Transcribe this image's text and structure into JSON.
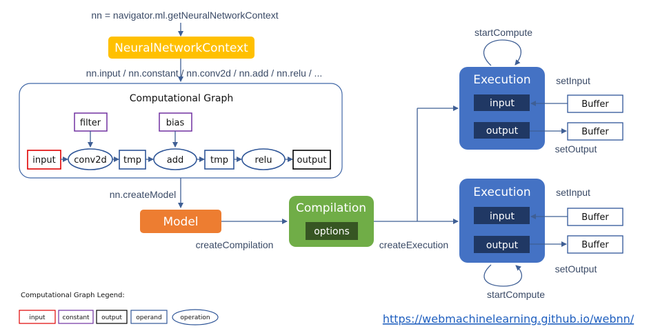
{
  "header": {
    "context_call": "nn = navigator.ml.getNeuralNetworkContext",
    "context_box": "NeuralNetworkContext",
    "ops_call": "nn.input / nn.constant / nn.conv2d / nn.add / nn.relu / ..."
  },
  "graph": {
    "title": "Computational Graph",
    "nodes": {
      "filter": "filter",
      "bias": "bias",
      "input": "input",
      "conv2d": "conv2d",
      "tmp1": "tmp",
      "add": "add",
      "tmp2": "tmp",
      "relu": "relu",
      "output": "output"
    }
  },
  "pipeline": {
    "create_model": "nn.createModel",
    "model": "Model",
    "create_compilation": "createCompilation",
    "compilation": "Compilation",
    "options": "options",
    "create_execution": "createExecution"
  },
  "executions": [
    {
      "title": "Execution",
      "input": "input",
      "output": "output",
      "set_input": "setInput",
      "set_output": "setOutput",
      "start_compute": "startCompute",
      "buffer_in": "Buffer",
      "buffer_out": "Buffer"
    },
    {
      "title": "Execution",
      "input": "input",
      "output": "output",
      "set_input": "setInput",
      "set_output": "setOutput",
      "start_compute": "startCompute",
      "buffer_in": "Buffer",
      "buffer_out": "Buffer"
    }
  ],
  "legend": {
    "title": "Computational Graph Legend:",
    "items": {
      "input": "input",
      "constant": "constant",
      "output": "output",
      "operand": "operand",
      "operation": "operation"
    }
  },
  "link": "https://webmachinelearning.github.io/webnn/",
  "colors": {
    "context": "#ffc000",
    "model": "#ed7d31",
    "compilation": "#70ad47",
    "execution": "#4472c4",
    "execution_inner": "#203864",
    "options": "#375623",
    "input_border": "#e00000",
    "constant_border": "#7030a0",
    "output_border": "#000000",
    "operand_border": "#2e5597",
    "edge": "#3f5f95"
  }
}
